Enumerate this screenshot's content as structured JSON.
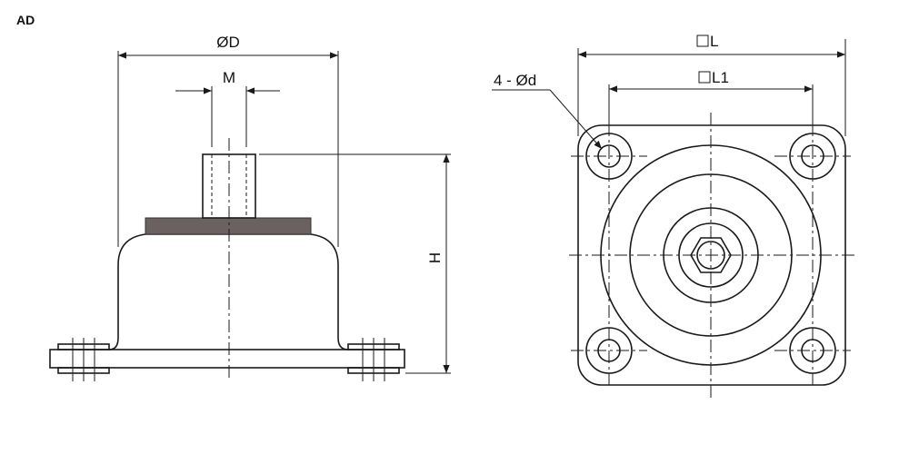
{
  "title": "AD",
  "side_view": {
    "dims": {
      "diameter": "ØD",
      "thread": "M",
      "height": "H"
    },
    "colors": {
      "pad": "#6b6161"
    }
  },
  "top_view": {
    "dims": {
      "outer_square": "L",
      "hole_square": "L1",
      "holes": "4 - Ød"
    }
  }
}
